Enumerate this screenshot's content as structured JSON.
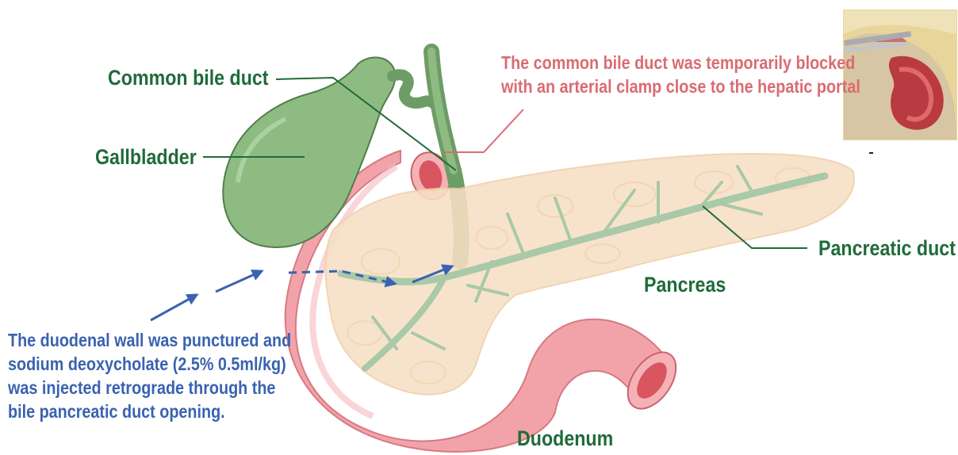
{
  "labels": {
    "common_bile_duct": "Common bile duct",
    "gallbladder": "Gallbladder",
    "pancreatic_duct": "Pancreatic duct",
    "pancreas": "Pancreas",
    "duodenum": "Duodenum"
  },
  "clamp_note": {
    "line1": "The common bile duct was temporarily blocked",
    "line2": "with an arterial clamp close to the hepatic portal"
  },
  "injection_note": {
    "line1": "The duodenal wall was punctured and",
    "line2": "sodium deoxycholate (2.5%   0.5ml/kg)",
    "line3": "was injected retrograde through the",
    "line4": "bile pancreatic duct opening."
  },
  "colors": {
    "label_green": "#1f6b3a",
    "note_red": "#d96c72",
    "note_blue": "#3a62b0",
    "gallbladder": "#8dbb82",
    "duodenum": "#f2a3aa",
    "pancreas": "#f7e0c4",
    "duct": "#a9c9a8"
  }
}
